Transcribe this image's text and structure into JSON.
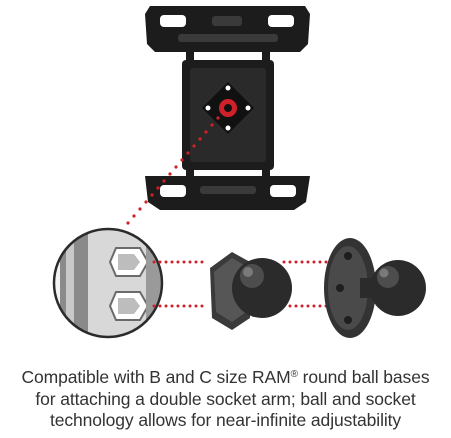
{
  "caption": {
    "line1_before": "Compatible with B and C size RAM",
    "registered_mark": "®",
    "line1_after": " round ball bases",
    "line2": "for attaching a double socket arm; ball and socket",
    "line3": "technology allows for near-infinite adjustability"
  },
  "colors": {
    "product": "#1c1c1c",
    "product_highlight": "#3a3a3a",
    "accent_dots": "#d0212b",
    "caption_text": "#333333"
  }
}
